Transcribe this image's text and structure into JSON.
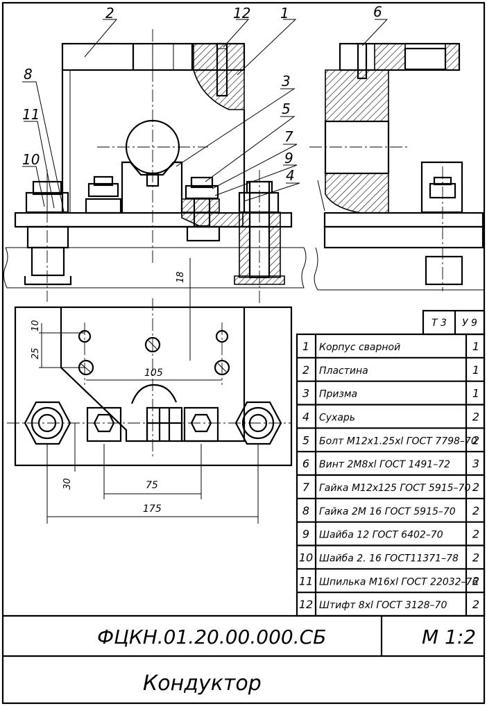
{
  "callouts": [
    "2",
    "12",
    "1",
    "8",
    "11",
    "10",
    "3",
    "5",
    "7",
    "9",
    "4",
    "6"
  ],
  "dimensions": {
    "d18": "18",
    "d10": "10",
    "d25": "25",
    "d105": "105",
    "d30": "30",
    "d75": "75",
    "d175": "175"
  },
  "spec_header": [
    "Т 3",
    "У 9"
  ],
  "spec_rows": [
    {
      "num": "1",
      "name": "Корпус сварной",
      "qty": "1"
    },
    {
      "num": "2",
      "name": "Пластина",
      "qty": "1"
    },
    {
      "num": "3",
      "name": "Призма",
      "qty": "1"
    },
    {
      "num": "4",
      "name": "Сухарь",
      "qty": "2"
    },
    {
      "num": "5",
      "name": "Болт М12х1.25хl ГОСТ 7798–70",
      "qty": "2"
    },
    {
      "num": "6",
      "name": "Винт 2М8хl ГОСТ 1491–72",
      "qty": "3"
    },
    {
      "num": "7",
      "name": "Гайка М12х125 ГОСТ 5915–70",
      "qty": "2"
    },
    {
      "num": "8",
      "name": "Гайка 2М 16 ГОСТ 5915–70",
      "qty": "2"
    },
    {
      "num": "9",
      "name": "Шайба 12 ГОСТ 6402–70",
      "qty": "2"
    },
    {
      "num": "10",
      "name": "Шайба 2. 16 ГОСТ11371–78",
      "qty": "2"
    },
    {
      "num": "11",
      "name": "Шпилька М16хl ГОСТ 22032–76",
      "qty": "2"
    },
    {
      "num": "12",
      "name": "Штифт 8хl ГОСТ 3128–70",
      "qty": "2"
    }
  ],
  "title_block": {
    "designation": "ФЦКН.01.20.00.000.СБ",
    "scale": "М 1:2",
    "name": "Кондуктор"
  }
}
